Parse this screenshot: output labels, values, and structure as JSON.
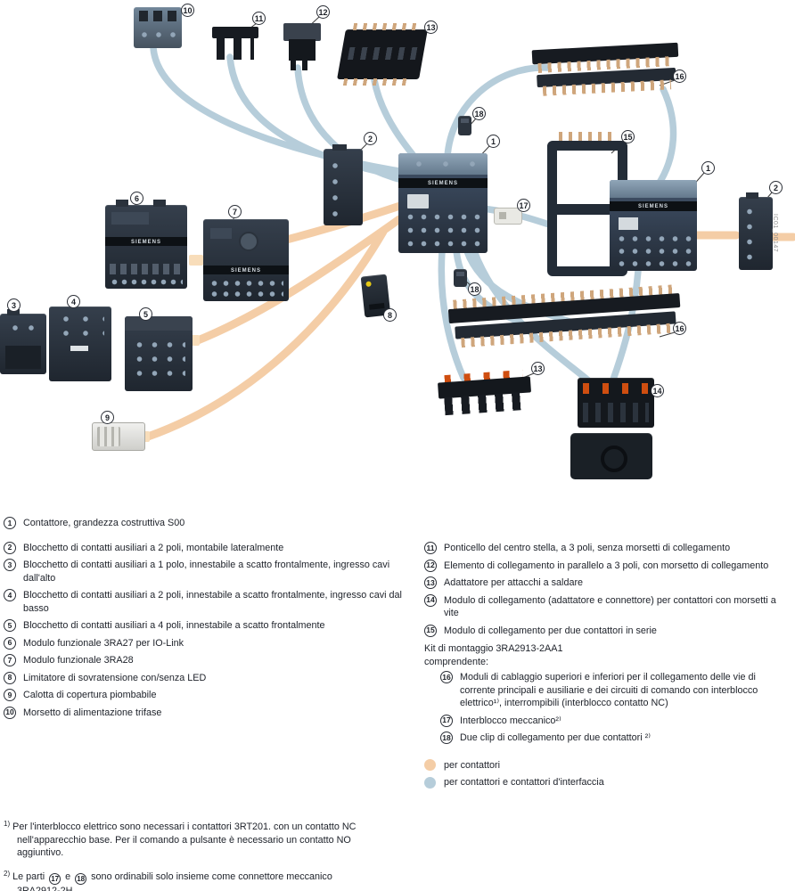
{
  "brand": "SIEMENS",
  "figure_id": "IC01_00147",
  "colors": {
    "cable_peach": "#f4cda6",
    "cable_blue": "#b6cdda"
  },
  "callouts": [
    {
      "n": "10"
    },
    {
      "n": "11"
    },
    {
      "n": "12"
    },
    {
      "n": "13"
    },
    {
      "n": "16"
    },
    {
      "n": "18"
    },
    {
      "n": "1"
    },
    {
      "n": "2"
    },
    {
      "n": "15"
    },
    {
      "n": "17"
    },
    {
      "n": "1"
    },
    {
      "n": "2"
    },
    {
      "n": "6"
    },
    {
      "n": "7"
    },
    {
      "n": "18"
    },
    {
      "n": "8"
    },
    {
      "n": "16"
    },
    {
      "n": "3"
    },
    {
      "n": "4"
    },
    {
      "n": "5"
    },
    {
      "n": "9"
    },
    {
      "n": "13"
    },
    {
      "n": "14"
    }
  ],
  "legend_left": [
    {
      "num": "1",
      "text": "Contattore, grandezza costruttiva S00"
    },
    {
      "num": "2",
      "text": "Blocchetto di contatti ausiliari a 2 poli, montabile lateralmente"
    },
    {
      "num": "3",
      "text": "Blocchetto di contatti ausiliari a 1 polo, innestabile a scatto frontalmente, ingresso cavi dall'alto"
    },
    {
      "num": "4",
      "text": "Blocchetto di contatti ausiliari a 2 poli, innestabile a scatto frontalmente, ingresso cavi dal basso"
    },
    {
      "num": "5",
      "text": "Blocchetto di contatti ausiliari a 4 poli, innestabile a scatto frontalmente"
    },
    {
      "num": "6",
      "text": "Modulo funzionale 3RA27 per IO-Link"
    },
    {
      "num": "7",
      "text": "Modulo funzionale 3RA28"
    },
    {
      "num": "8",
      "text": "Limitatore di sovratensione con/senza LED"
    },
    {
      "num": "9",
      "text": "Calotta di copertura piombabile"
    },
    {
      "num": "10",
      "text": "Morsetto di alimentazione trifase"
    }
  ],
  "legend_right": [
    {
      "num": "11",
      "text": "Ponticello del centro stella, a 3 poli, senza morsetti di collegamento"
    },
    {
      "num": "12",
      "text": "Elemento di collegamento in parallelo a 3 poli, con morsetto di collegamento"
    },
    {
      "num": "13",
      "text": "Adattatore per attacchi a saldare"
    },
    {
      "num": "14",
      "text": "Modulo di collegamento (adattatore e connettore) per contattori con morsetti a vite"
    },
    {
      "num": "15",
      "text": "Modulo di collegamento per due contattori in serie"
    }
  ],
  "kit": {
    "title": "Kit di montaggio 3RA2913-2AA1",
    "subtitle": "comprendente:",
    "items": [
      {
        "num": "16",
        "text": "Moduli di cablaggio superiori e inferiori per il collegamento delle vie di corrente principali e ausiliarie e dei circuiti di comando con interblocco elettrico¹⁾, interrompibili (interblocco contatto NC)"
      },
      {
        "num": "17",
        "text": "Interblocco meccanico²⁾"
      },
      {
        "num": "18",
        "text": "Due clip di collegamento per due contattori ²⁾"
      }
    ]
  },
  "color_legend": [
    {
      "text": "per contattori",
      "color": "#f4cda6"
    },
    {
      "text": "per contattori e contattori d'interfaccia",
      "color": "#b6cdda"
    }
  ],
  "footnotes": {
    "f1_marker": "1)",
    "f1_text": "Per l'interblocco elettrico sono necessari i contattori 3RT201. con un contatto NC nell'apparecchio base. Per il comando a pulsante è necessario un contatto NO aggiuntivo.",
    "f2_marker": "2)",
    "f2_pre": "Le parti",
    "f2_ref1": "17",
    "f2_mid": "e",
    "f2_ref2": "18",
    "f2_post": "sono ordinabili solo insieme come connettore meccanico 3RA2912-2H."
  }
}
